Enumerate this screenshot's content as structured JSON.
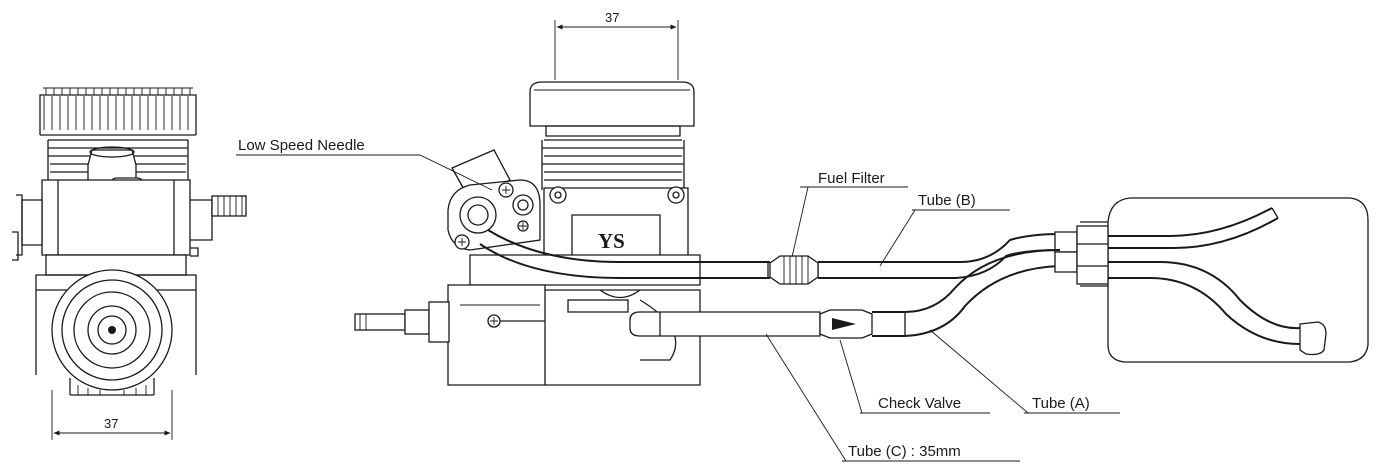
{
  "dimensions": {
    "front_width": "37",
    "top_width": "37"
  },
  "labels": {
    "low_speed_needle": "Low Speed Needle",
    "fuel_filter": "Fuel Filter",
    "tube_b": "Tube (B)",
    "check_valve": "Check Valve",
    "tube_a": "Tube (A)",
    "tube_c": "Tube (C) : 35mm"
  },
  "engine_logo": "YS"
}
